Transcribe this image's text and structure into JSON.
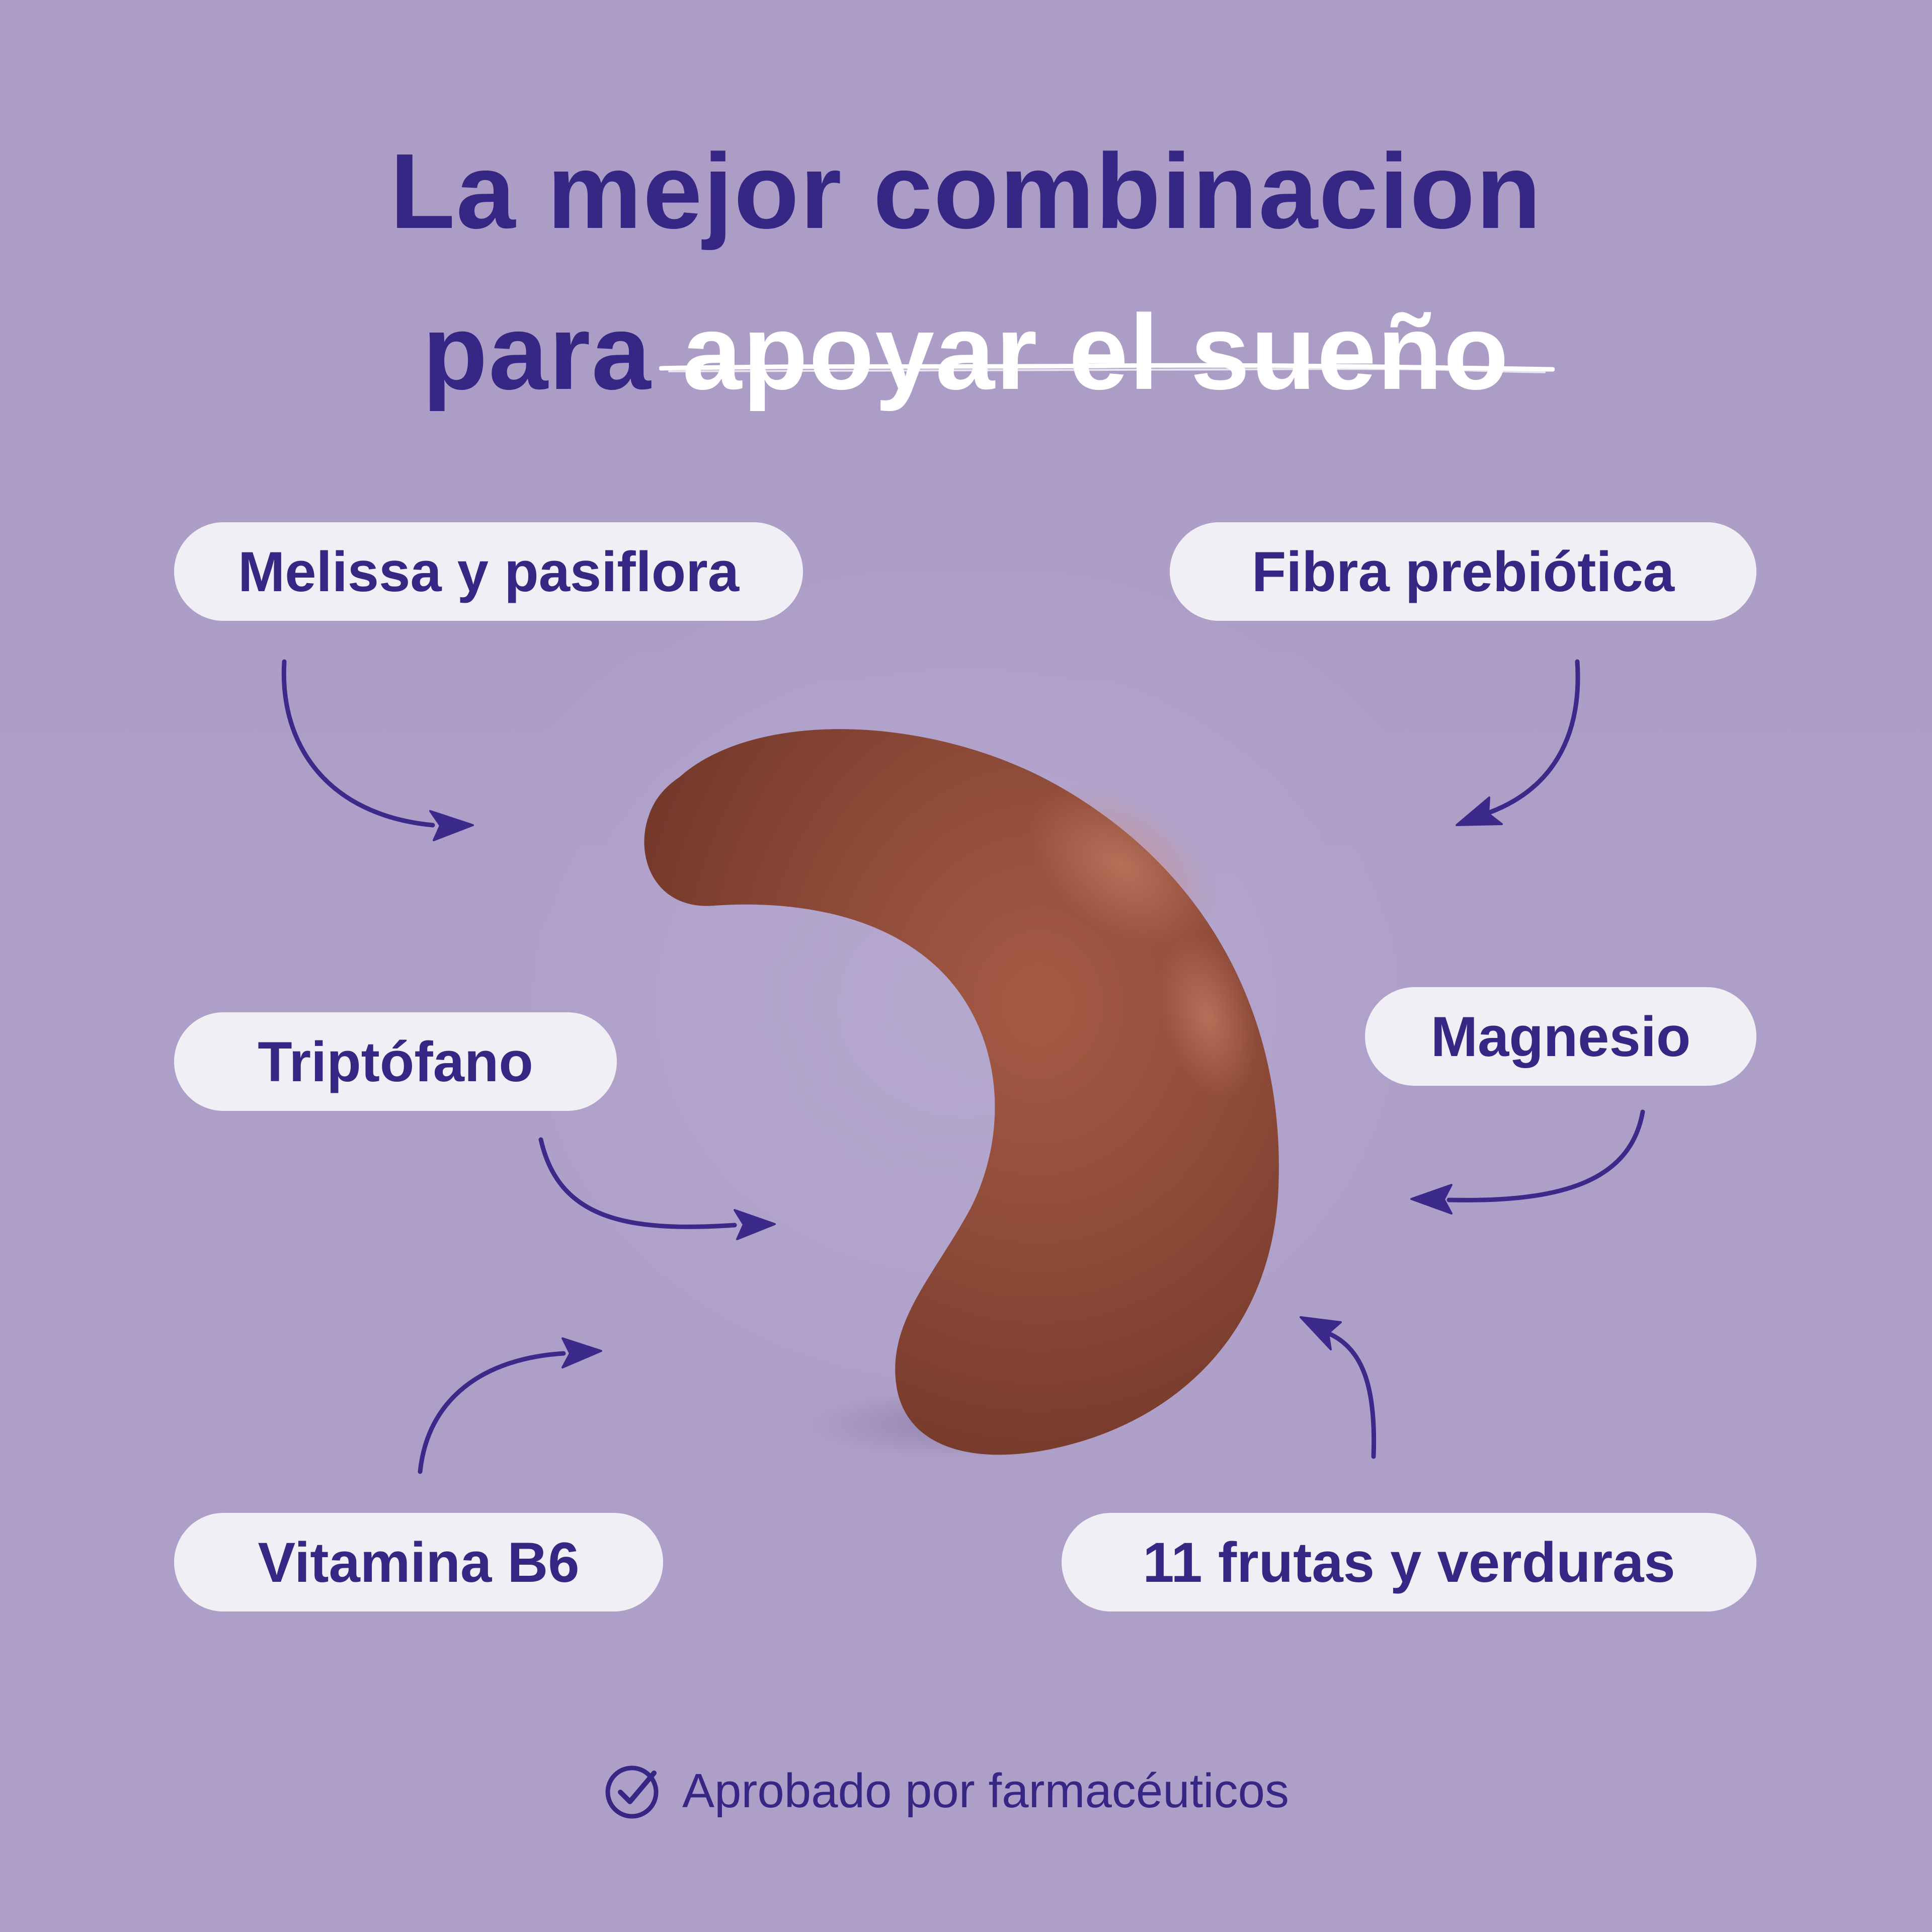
{
  "headline": {
    "line1": "La mejor combinacion",
    "line2_prefix": "para",
    "line2_highlight": "apoyar el sueño"
  },
  "ingredients": [
    {
      "label": "Melissa y pasiflora"
    },
    {
      "label": "Fibra prebiótica"
    },
    {
      "label": "Triptófano"
    },
    {
      "label": "Magnesio"
    },
    {
      "label": "Vitamina B6"
    },
    {
      "label": "11 frutas y verduras"
    }
  ],
  "footer": {
    "icon": "check-circle-icon",
    "text": "Aprobado por farmacéuticos"
  },
  "colors": {
    "background": "#ae9fc8",
    "primary": "#362784",
    "pill": "#f1eff6",
    "gummy": "#8c4a38"
  }
}
